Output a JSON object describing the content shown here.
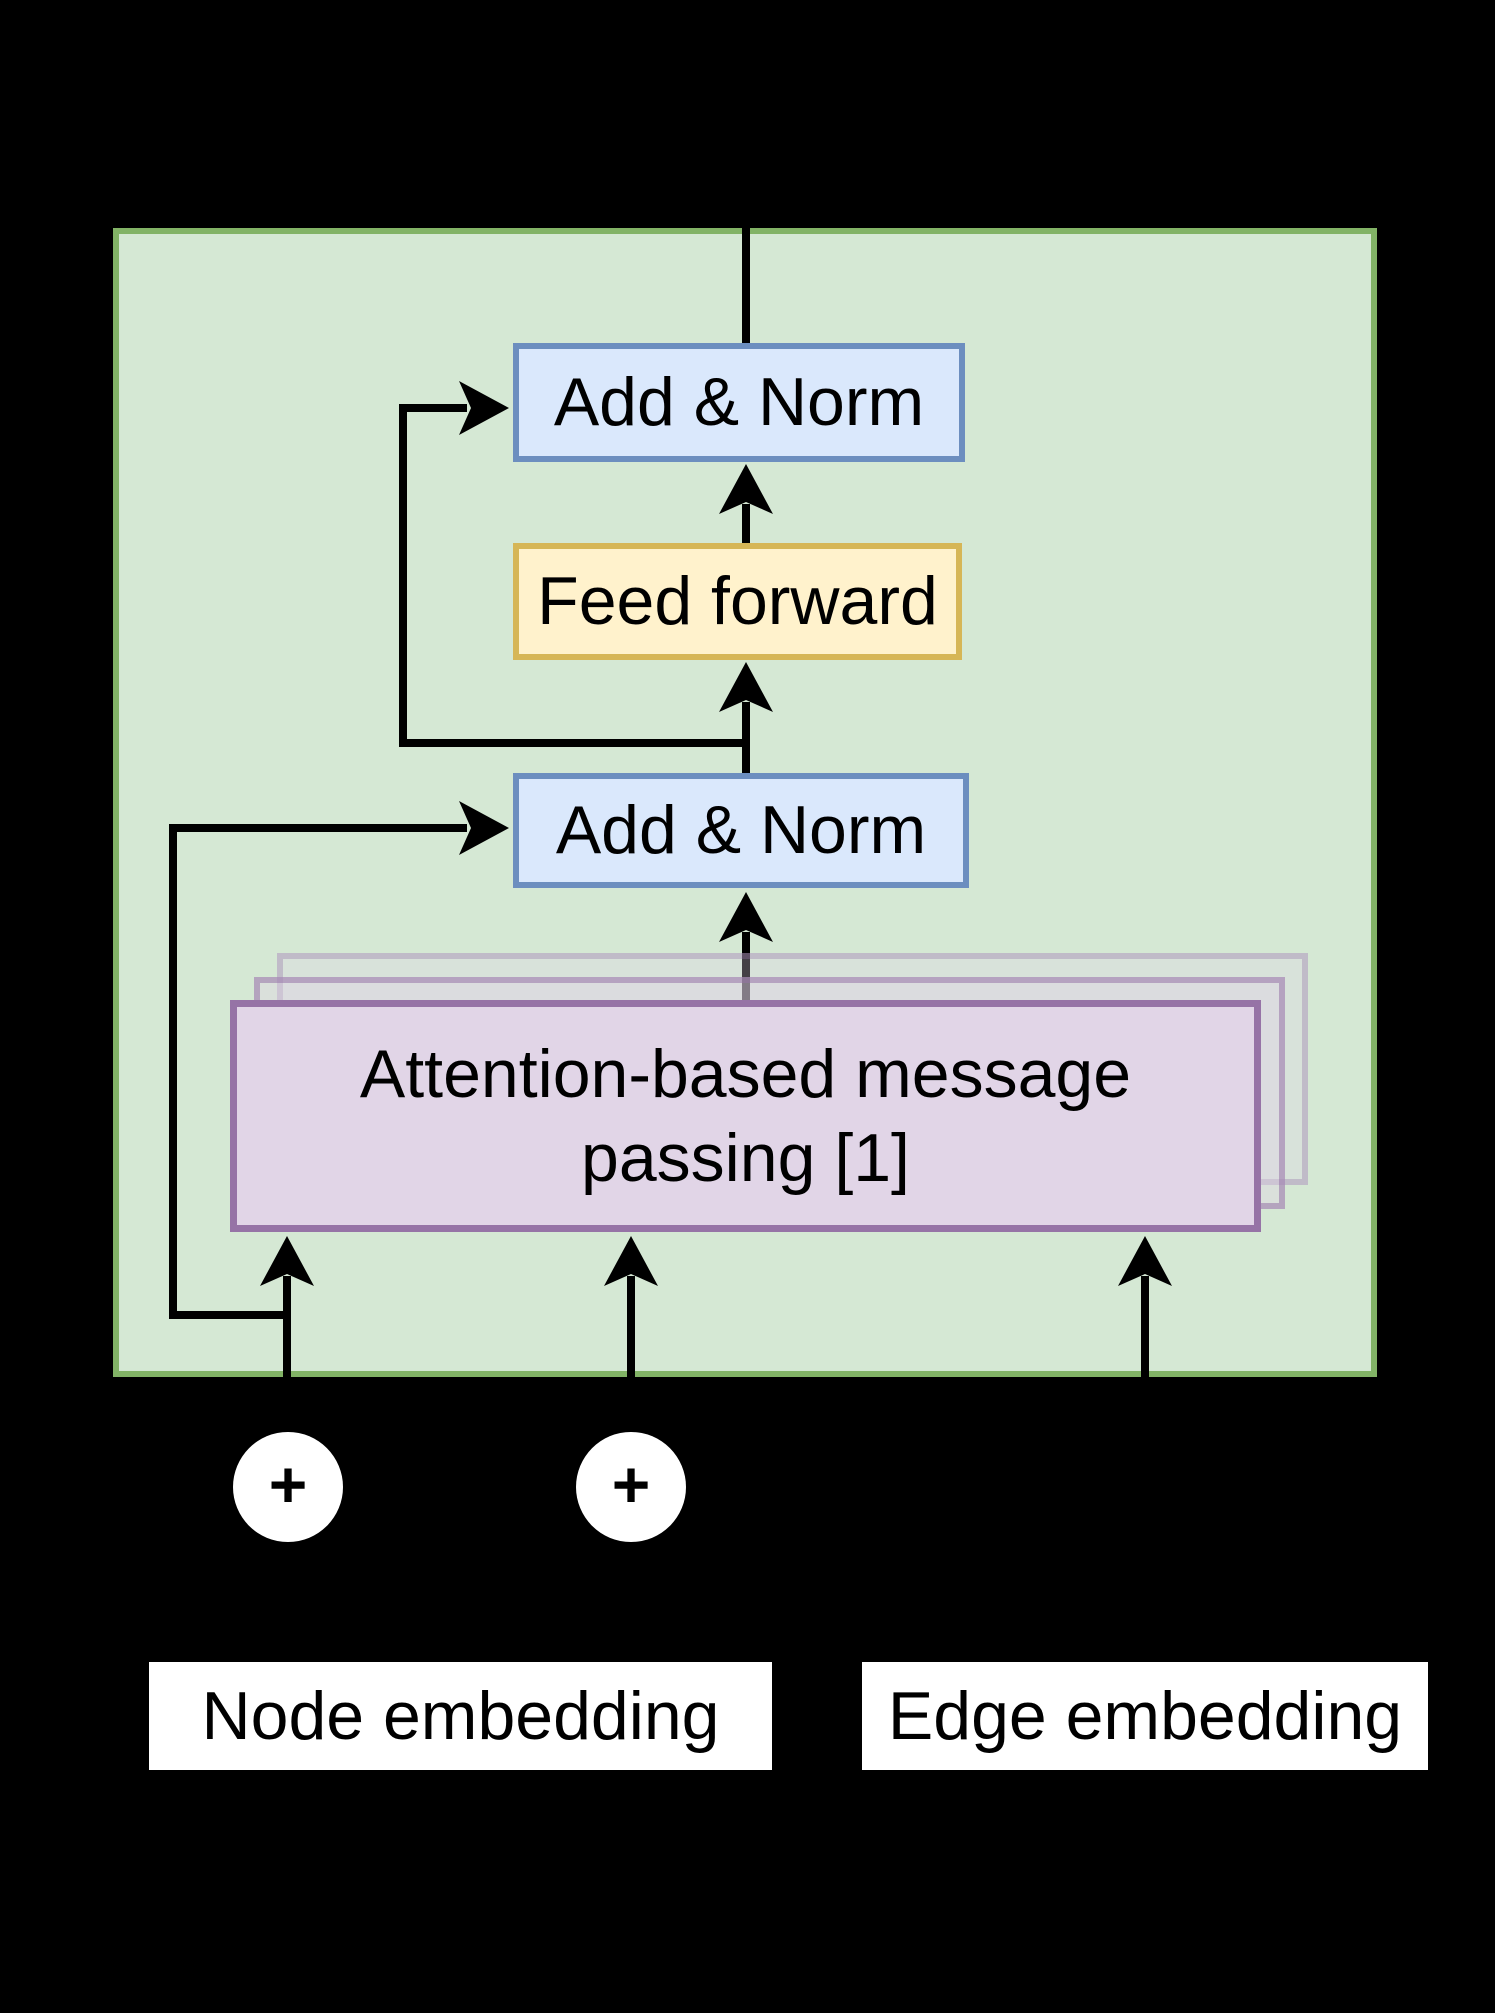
{
  "colors": {
    "bg": "#000000",
    "container_fill": "#d5e8d4",
    "container_stroke": "#82b366",
    "blue_fill": "#dae8fc",
    "blue_stroke": "#6c8ebf",
    "yellow_fill": "#fff2cc",
    "yellow_stroke": "#d6b656",
    "purple_fill": "#e1d5e7",
    "purple_stroke": "#9673a6",
    "label_bg": "#ffffff",
    "line": "#000000",
    "text": "#000000"
  },
  "blocks": {
    "add_norm_top": {
      "label": "Add & Norm"
    },
    "feed_forward": {
      "label": "Feed forward"
    },
    "add_norm_mid": {
      "label": "Add & Norm"
    },
    "attention": {
      "lines": [
        "Attention-based message",
        "passing [1]"
      ],
      "stacked_copies": 3
    }
  },
  "inputs": {
    "plus_icon": "+",
    "node_embedding": {
      "label": "Node embedding"
    },
    "edge_embedding": {
      "label": "Edge embedding"
    }
  }
}
